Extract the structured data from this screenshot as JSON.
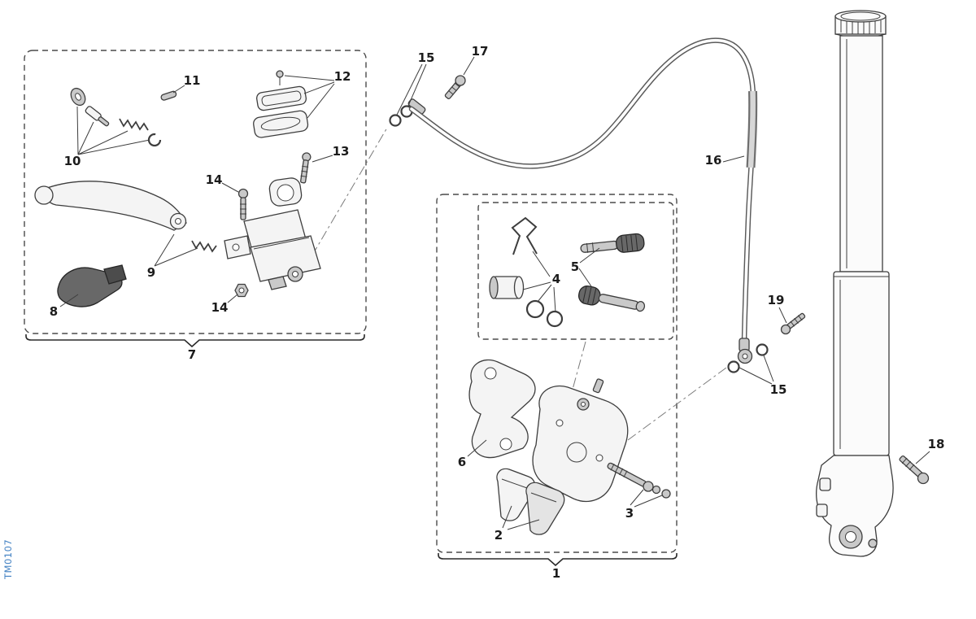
{
  "colors": {
    "line": "#3d3d3d",
    "box_dash": "#4a4a4a",
    "code": "#3f7fc2"
  },
  "code_label": "TM0107",
  "callouts": {
    "c1": "1",
    "c2": "2",
    "c3": "3",
    "c4": "4",
    "c5": "5",
    "c6": "6",
    "c7": "7",
    "c8": "8",
    "c9": "9",
    "c10": "10",
    "c11": "11",
    "c12": "12",
    "c13": "13",
    "c14_top": "14",
    "c14_bottom": "14",
    "c15_top": "15",
    "c15_right": "15",
    "c16": "16",
    "c17": "17",
    "c18": "18",
    "c19": "19"
  }
}
